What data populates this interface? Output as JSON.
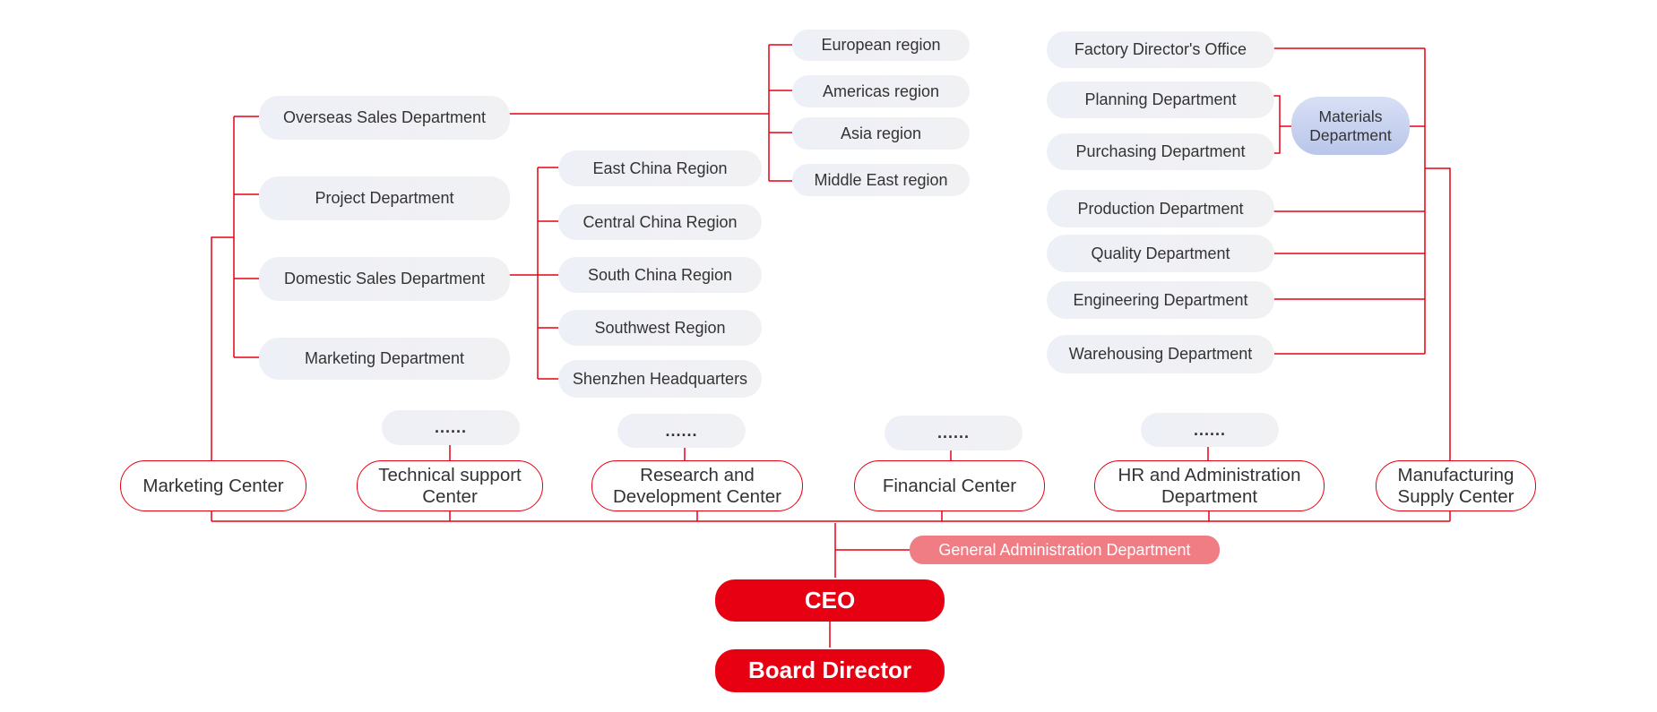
{
  "board": "Board Director",
  "ceo": "CEO",
  "general_admin": "General Administration Department",
  "centers": {
    "marketing": "Marketing Center",
    "technical": "Technical support Center",
    "rnd": "Research and Development Center",
    "financial": "Financial Center",
    "hr": "HR and Administration Department",
    "manufacturing": "Manufacturing Supply Center"
  },
  "placeholder": "......",
  "marketing_departments": [
    "Overseas Sales Department",
    "Project Department",
    "Domestic Sales Department",
    "Marketing Department"
  ],
  "overseas_regions": [
    "European region",
    "Americas region",
    "Asia region",
    "Middle East region"
  ],
  "domestic_regions": [
    "East China Region",
    "Central China Region",
    "South China Region",
    "Southwest Region",
    "Shenzhen Headquarters"
  ],
  "manufacturing_departments": [
    "Factory Director's Office",
    "Planning Department",
    "Purchasing Department",
    "Production Department",
    "Quality Department",
    "Engineering Department",
    "Warehousing Department"
  ],
  "materials_department": "Materials Department",
  "colors": {
    "accent_red": "#e60012",
    "admin_pink": "#f07c84",
    "node_fill": "#eef0f7",
    "materials_fill": "#c6d1ee"
  }
}
